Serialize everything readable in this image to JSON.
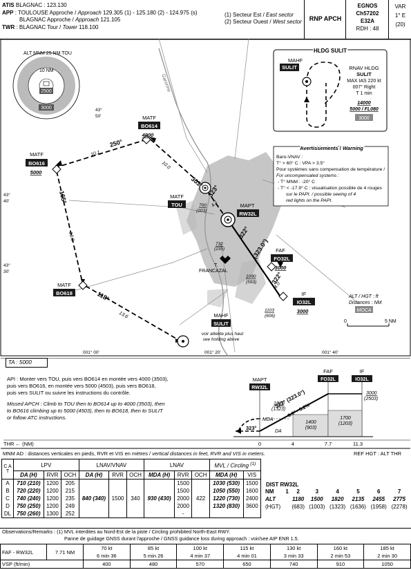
{
  "header": {
    "atis_label": "ATIS",
    "atis_value": "BLAGNAC : 123.130",
    "app_label": "APP",
    "app_line1_a": ": TOULOUSE Approche / ",
    "app_line1_b": "Approach",
    "app_line1_c": " 129.305 (1) - 125.180 (2) - 124.975 (s)",
    "app_line2_a": "BLAGNAC Approche / ",
    "app_line2_b": "Approach",
    "app_line2_c": " 121.105",
    "twr_label": "TWR",
    "twr_line_a": ": BLAGNAC Tour / ",
    "twr_line_b": "Tower",
    "twr_line_c": " 118.100",
    "sector1_a": "(1) Secteur Est / ",
    "sector1_b": "East sector",
    "sector2_a": "(2) Secteur Ouest / ",
    "sector2_b": "West sector",
    "procedure": "RNP APCH",
    "chart_id_1": "EGNOS",
    "chart_id_2": "Ch57202",
    "chart_id_3": "E32A",
    "rdh": "RDH : 48",
    "var_1": "VAR",
    "var_2": "1° E",
    "var_3": "(20)"
  },
  "plan": {
    "msa_top": "ALT  MNM  25  NM  TOU",
    "msa_radius": "10 NM",
    "msa_inner": "2500",
    "msa_outer": "3000",
    "river": "Garonne",
    "lat_43_50": "43°\n50'",
    "lat_43_40": "43°\n40'",
    "lat_43_30": "43°\n30'",
    "lon_001_00": "001° 00'",
    "lon_001_20": "001° 20'",
    "lon_001_40": "001° 40'",
    "hold_title": "HLDG SULIT",
    "hold_mahf": "MAHF",
    "hold_sulit": "SULIT",
    "hold_rnav": "RNAV HLDG",
    "hold_sulit2": "SULIT",
    "hold_ias": "MAX IAS 220 kt",
    "hold_course": "007° Right",
    "hold_time": "T 1 min",
    "hold_alt1": "14000",
    "hold_alt2": "5000 / FL080",
    "hold_moca": "3000",
    "warn_title_a": "Avertissements / ",
    "warn_title_b": "Warning",
    "warn_l1": "Baro-VNAV :",
    "warn_l2": "T° > 60° C : VPA > 3.5°",
    "warn_l3": "Pour systèmes sans compensation de température /",
    "warn_l4": "For uncompensated systems :",
    "warn_l5": "- T° MNM : -20° C",
    "warn_l6": "- T° < -17.9° C : visualisation possible de 4 rouges",
    "warn_l7": "sur le PAPI. / possible seeing of 4",
    "warn_l8": "red lights on the PAPI.",
    "bo614_role": "MATF",
    "bo614": "BO614",
    "bo614_alt": "4000",
    "bo616_role": "MATF",
    "bo616": "BO616",
    "bo616_alt": "5000",
    "bo618_role": "MATF",
    "bo618": "BO618",
    "tou_role": "MATF",
    "tou": "TOU",
    "mapt_role": "MAPT",
    "rw32l": "RW32L",
    "faf_role": "FAF",
    "fo32l": "FO32L",
    "fo32l_alt": "3000",
    "if_role": "IF",
    "io32l": "IO32L",
    "io32l_alt": "3000",
    "mahf_role": "MAHF",
    "sulit": "SULIT",
    "sulit_note1": "voir attente plus haut",
    "sulit_note2": "see holding above",
    "crs_250": "250°",
    "crs_165": "165°",
    "crs_118": "118°",
    "crs_303": "303°",
    "crs_323": "323°",
    "crs_322": "322°",
    "crs_322b": "(323.0°)",
    "crs_322c": "322°",
    "dist_101": "10.1",
    "dist_100": "10.0",
    "dist_139": "13.9",
    "dist_136": "13.6",
    "dist_42": "4.2",
    "dist_40": "4.0",
    "obs_700": "700",
    "obs_700b": "(203)",
    "obs_732": "732",
    "obs_732b": "(235)",
    "obs_1090": "1090",
    "obs_1090b": "(593)",
    "obs_1103": "1103",
    "obs_1103b": "(606)",
    "francazal": "T.\nFRANCAZAL",
    "units_a": "ALT / HGT : ft",
    "units_b": "Distances : NM",
    "units_moca": "MOCA",
    "scale_0": "0",
    "scale_5": "5 NM"
  },
  "profile": {
    "ta": "TA : 5000",
    "api_1": "API : Monter vers TOU, puis vers BO614 en montée vers 4000 (3503),",
    "api_2": "puis vers BO616, en montée vers 5000 (4503), puis vers BO618,",
    "api_3": "puis vers SULIT ou suivre les instructions du contrôle.",
    "miss_1": "Missed APCH : Climb to TOU then to BO614 up to 4000 (3503), then",
    "miss_2": "to BO616 climbing up to 5000 (4503), then to BO618, then to SULIT",
    "miss_3": "or follow ATC instructions.",
    "mapt": "MAPT",
    "rw32l": "RW32L",
    "faf": "FAF",
    "fo32l": "FO32L",
    "if": "IF",
    "io32l": "IO32L",
    "alt_1820": "1820",
    "alt_1323": "(1323)",
    "alt_3000": "3000",
    "alt_2503": "(2503)",
    "crs": "322° (323.0°)",
    "slope": "3.0° - 5.2%",
    "mda": "MDA",
    "da": "DA",
    "crs_323": "323°",
    "b1400": "1400",
    "b903": "(903)",
    "b1700": "1700",
    "b1203": "(1203)",
    "thr": "THR ←  (NM)",
    "d0": "0",
    "d4": "4",
    "d77": "7.7",
    "d113": "11.3"
  },
  "minima": {
    "header_a": "MNM AD : distances verticales en pieds, RVR et VIS en mètres / ",
    "header_b": "vertical distances in feet, RVR and VIS in meters.",
    "ref": "REF HGT : ALT THR",
    "note1": "(1)",
    "cat": "C A T",
    "lpv": "LPV",
    "lnav_vnav": "LNAV/VNAV",
    "lnav": "LNAV",
    "mvl": "MVL / Circling",
    "da_h": "DA (H)",
    "mda_h": "MDA (H)",
    "rvr": "RVR",
    "och": "OCH",
    "vis": "VIS",
    "cats": [
      "A",
      "B",
      "C",
      "D",
      "DL"
    ],
    "lpv_da": [
      "710 (210)",
      "720 (220)",
      "740 (240)",
      "750 (250)",
      "750 (260)"
    ],
    "lpv_rvr": [
      "1200",
      "1200",
      "1200",
      "1200",
      "1300"
    ],
    "lpv_och": [
      "205",
      "215",
      "235",
      "249",
      "252"
    ],
    "lnvnav_da": "840 (340)",
    "lnvnav_rvr": "1500",
    "lnvnav_och": "340",
    "lnav_mda": "930 (430)",
    "lnav_rvr": [
      "1500",
      "1500",
      "2000",
      "2000"
    ],
    "lnav_och": "422",
    "mvl_mda": [
      "1030 (530)",
      "1050 (550)",
      "1220 (730)",
      "1320 (830)"
    ],
    "mvl_vis": [
      "1500",
      "1600",
      "2400",
      "3600"
    ],
    "lnav_dash": "-",
    "dist_title": "DIST RW32L",
    "dist_nm": [
      "NM",
      "1",
      "2",
      "3",
      "4",
      "5",
      "6",
      "7"
    ],
    "dist_alt": [
      "ALT",
      "1180",
      "1500",
      "1820",
      "2135",
      "2455",
      "2775"
    ],
    "dist_hgt": [
      "(HGT)",
      "(683)",
      "(1003)",
      "(1323)",
      "(1636)",
      "(1958)",
      "(2278)"
    ]
  },
  "remarks": {
    "r1": "Observations/Remarks : (1) MVL interdites au Nord-Est de la piste / Circling prohibited North-East RWY.",
    "r2": "Panne de guidage GNSS durant l'approche / GNSS guidance loss during approach : voir/see AIP ENR 1.5."
  },
  "speed_table": {
    "faf_label": "FAF - RW32L",
    "faf_dist": "7.71 NM",
    "vsp_label": "VSP (ft/min)",
    "speeds": [
      "70 kt",
      "85 kt",
      "100 kt",
      "115 kt",
      "130 kt",
      "160 kt",
      "185 kt"
    ],
    "times": [
      "6 min 36",
      "5 min 26",
      "4 min 37",
      "4 min 01",
      "3 min 33",
      "2 min 53",
      "2 min 30"
    ],
    "vsp": [
      "400",
      "480",
      "570",
      "650",
      "740",
      "910",
      "1050"
    ]
  }
}
